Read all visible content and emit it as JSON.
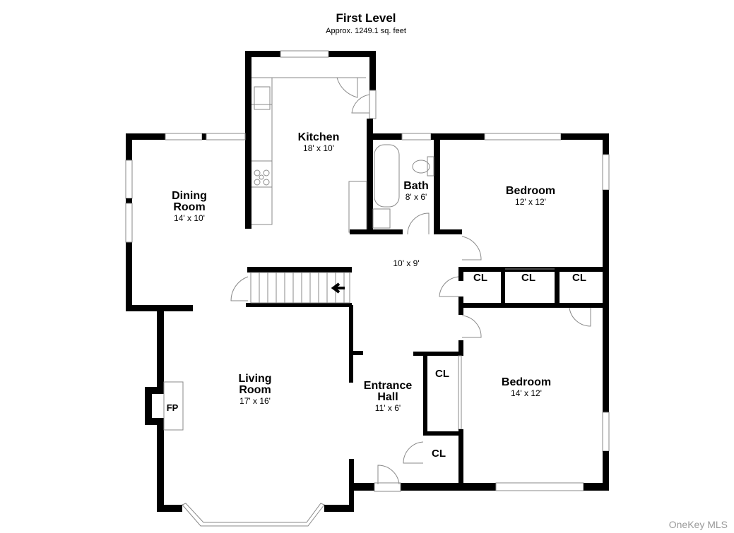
{
  "header": {
    "title": "First Level",
    "subtitle": "Approx. 1249.1 sq. feet"
  },
  "rooms": {
    "kitchen": {
      "name": "Kitchen",
      "dim": "18' x 10'"
    },
    "dining": {
      "name_line1": "Dining",
      "name_line2": "Room",
      "dim": "14' x 10'"
    },
    "bath": {
      "name": "Bath",
      "dim": "8' x 6'"
    },
    "bedroom1": {
      "name": "Bedroom",
      "dim": "12' x 12'"
    },
    "hall": {
      "dim": "10' x 9'"
    },
    "living": {
      "name_line1": "Living",
      "name_line2": "Room",
      "dim": "17' x 16'"
    },
    "entrance": {
      "name_line1": "Entrance",
      "name_line2": "Hall",
      "dim": "11' x 6'"
    },
    "bedroom2": {
      "name": "Bedroom",
      "dim": "14' x 12'"
    },
    "fireplace": {
      "label": "FP"
    }
  },
  "closets": [
    "CL",
    "CL",
    "CL",
    "CL",
    "CL"
  ],
  "watermark": "OneKey MLS",
  "colors": {
    "wall": "#000000",
    "fixture": "#8a8a8a",
    "background": "#ffffff",
    "watermark": "#9a9a9a"
  }
}
